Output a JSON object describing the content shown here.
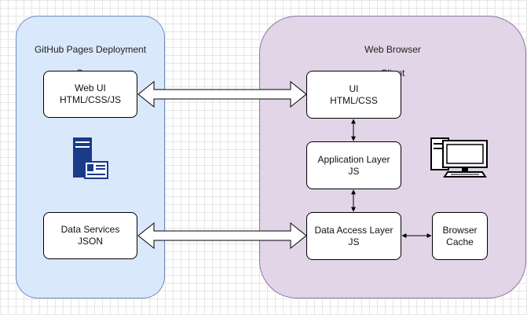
{
  "zones": {
    "server": {
      "title_line1": "GitHub Pages Deployment",
      "title_line2": "Server"
    },
    "client": {
      "title_line1": "Web Browser",
      "title_line2": "Client"
    }
  },
  "nodes": {
    "web_ui": {
      "line1": "Web UI",
      "line2": "HTML/CSS/JS"
    },
    "data_services": {
      "line1": "Data Services",
      "line2": "JSON"
    },
    "ui": {
      "line1": "UI",
      "line2": "HTML/CSS"
    },
    "application_layer": {
      "line1": "Application Layer",
      "line2": "JS"
    },
    "data_access_layer": {
      "line1": "Data Access Layer",
      "line2": "JS"
    },
    "browser_cache": {
      "line1": "Browser",
      "line2": "Cache"
    }
  },
  "icons": {
    "server": "server-icon",
    "client": "desktop-computer-icon"
  },
  "colors": {
    "server_fill": "#dae8fc",
    "server_stroke": "#6c8ebf",
    "client_fill": "#e1d5e7",
    "client_stroke": "#9673a6",
    "server_icon": "#1a3a8a"
  }
}
